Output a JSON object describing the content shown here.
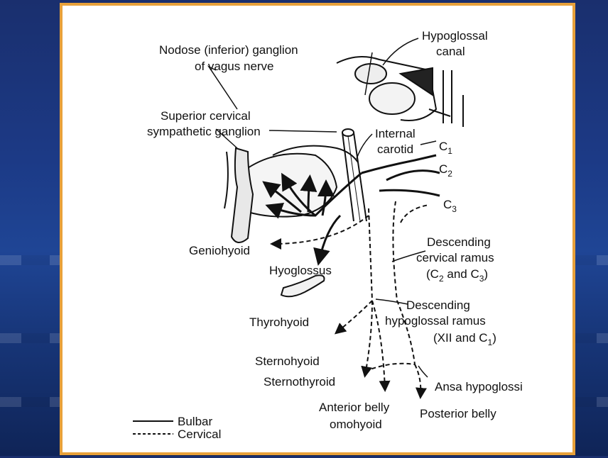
{
  "labels": {
    "nodose_line1": "Nodose (inferior) ganglion",
    "nodose_line2": "of vagus nerve",
    "hypoglossal_line1": "Hypoglossal",
    "hypoglossal_line2": "canal",
    "superior_line1": "Superior cervical",
    "superior_line2": "sympathetic ganglion",
    "internal_line1": "Internal",
    "internal_line2": "carotid",
    "c_letter": "C",
    "c1_sub": "1",
    "c2_sub": "2",
    "c3_sub": "3",
    "geniohyoid": "Geniohyoid",
    "hyoglossus": "Hyoglossus",
    "desc_cerv_line1": "Descending",
    "desc_cerv_line2": "cervical ramus",
    "desc_cerv_line3_a": "(C",
    "desc_cerv_line3_sub": "2",
    "desc_cerv_line3_b": " and C",
    "desc_cerv_line3_sub2": "3",
    "desc_cerv_line3_c": ")",
    "desc_hypo_line1": "Descending",
    "desc_hypo_line2": "hypoglossal ramus",
    "desc_hypo_line3_a": "(XII and C",
    "desc_hypo_line3_sub": "1",
    "desc_hypo_line3_b": ")",
    "thyrohyoid": "Thyrohyoid",
    "sternohyoid": "Sternohyoid",
    "sternothyroid": "Sternothyroid",
    "ansa": "Ansa hypoglossi",
    "anterior_line1": "Anterior belly",
    "anterior_line2": "omohyoid",
    "posterior": "Posterior belly"
  },
  "legend": {
    "bulbar": "Bulbar",
    "cervical": "Cervical"
  },
  "colors": {
    "frame_border": "#e8a13a",
    "background": "#1c3a86"
  }
}
